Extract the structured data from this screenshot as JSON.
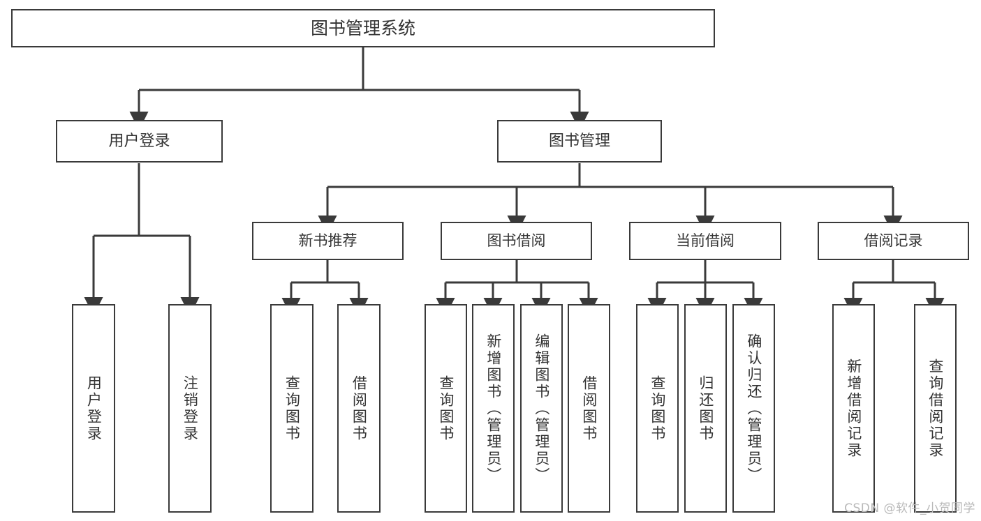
{
  "diagram": {
    "title": "图书管理系统",
    "type": "tree-hierarchy-diagram",
    "watermark": "CSDN @软件_小贺同学",
    "colors": {
      "background": "#ffffff",
      "box_border": "#3a3a3a",
      "box_fill": "#ffffff",
      "text": "#333333",
      "connector": "#3a3a3a",
      "watermark": "#b9b9b9"
    },
    "root": {
      "id": "root",
      "label": "图书管理系统"
    },
    "level1": [
      {
        "id": "user-login",
        "label": "用户登录"
      },
      {
        "id": "book-management",
        "label": "图书管理"
      }
    ],
    "level2": [
      {
        "id": "new-book-recommend",
        "label": "新书推荐",
        "parent": "book-management"
      },
      {
        "id": "book-borrow",
        "label": "图书借阅",
        "parent": "book-management"
      },
      {
        "id": "current-borrow",
        "label": "当前借阅",
        "parent": "book-management"
      },
      {
        "id": "borrow-record",
        "label": "借阅记录",
        "parent": "book-management"
      }
    ],
    "leaves": [
      {
        "id": "leaf-user-login",
        "label": "用户登录",
        "parent": "user-login"
      },
      {
        "id": "leaf-logout",
        "label": "注销登录",
        "parent": "user-login"
      },
      {
        "id": "leaf-query-book-1",
        "label": "查询图书",
        "parent": "new-book-recommend"
      },
      {
        "id": "leaf-borrow-book-1",
        "label": "借阅图书",
        "parent": "new-book-recommend"
      },
      {
        "id": "leaf-query-book-2",
        "label": "查询图书",
        "parent": "book-borrow"
      },
      {
        "id": "leaf-add-book",
        "label": "新增图书（管理员）",
        "parent": "book-borrow"
      },
      {
        "id": "leaf-edit-book",
        "label": "编辑图书（管理员）",
        "parent": "book-borrow"
      },
      {
        "id": "leaf-borrow-book-2",
        "label": "借阅图书",
        "parent": "book-borrow"
      },
      {
        "id": "leaf-query-book-3",
        "label": "查询图书",
        "parent": "current-borrow"
      },
      {
        "id": "leaf-return-book",
        "label": "归还图书",
        "parent": "current-borrow"
      },
      {
        "id": "leaf-confirm-return",
        "label": "确认归还（管理员）",
        "parent": "current-borrow"
      },
      {
        "id": "leaf-add-record",
        "label": "新增借阅记录",
        "parent": "borrow-record"
      },
      {
        "id": "leaf-query-record",
        "label": "查询借阅记录",
        "parent": "borrow-record"
      }
    ]
  }
}
